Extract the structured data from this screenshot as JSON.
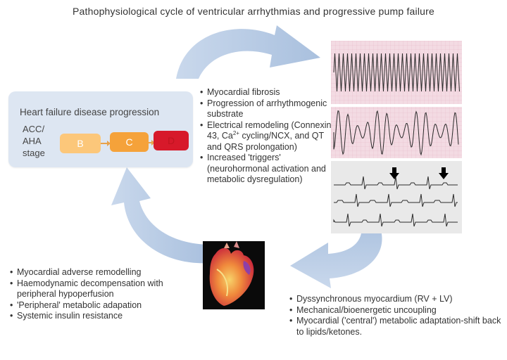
{
  "title": "Pathophysiological cycle of ventricular arrhythmias and progressive pump failure",
  "disease_box": {
    "title": "Heart failure disease progression",
    "stage_label": "ACC/ AHA stage",
    "stages": [
      "B",
      "C",
      "D"
    ]
  },
  "middle_list": {
    "item1": "Myocardial fibrosis",
    "item2": "Progression of arrhythmogenic substrate",
    "item3_a": "Electrical remodeling (Connexin 43, Ca",
    "item3_sup": "2+",
    "item3_b": " cycling/NCX, and QT and QRS prolongation)",
    "item4": "Increased 'triggers' (neurohormonal activation and metabolic dysregulation)"
  },
  "left_list": [
    "Myocardial adverse remodelling",
    "Haemodynamic decompensation with peripheral hypoperfusion",
    "'Peripheral' metabolic adapation",
    "Systemic insulin resistance"
  ],
  "right_list": [
    "Dyssynchronous myocardium (RV + LV)",
    "Mechanical/bioenergetic uncoupling",
    "Myocardial ('central') metabolic adaptation-shift back to lipids/ketones."
  ],
  "colors": {
    "arrow": "#b6c9e3",
    "box": "#dde6f2",
    "stage_b": "#fcc77a",
    "stage_c": "#f5a23a",
    "stage_d": "#d7192a",
    "ecg_grid": "#f3dbe3"
  }
}
